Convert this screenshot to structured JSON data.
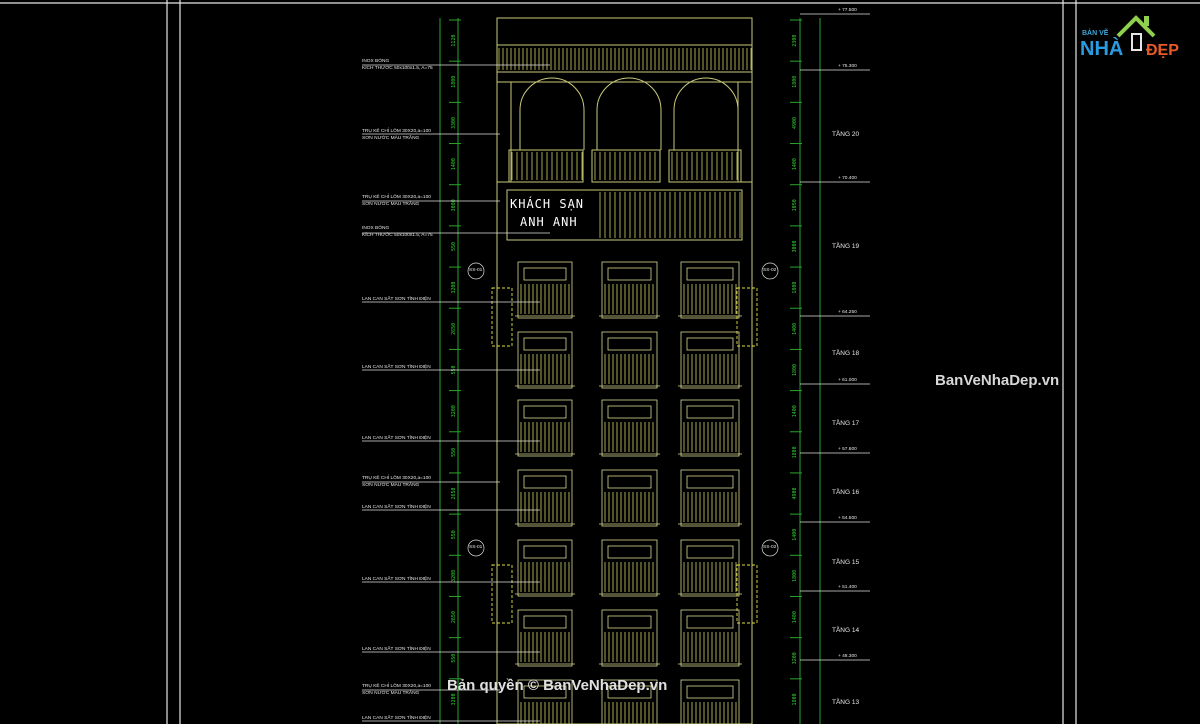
{
  "title_block": {
    "logo_top": "BẢN VẼ",
    "logo_main": "NHÀ",
    "logo_dep": "ĐẸP"
  },
  "watermarks": {
    "right": "BanVeNhaDep.vn",
    "bottom": "Bản quyền © BanVeNhaDep.vn"
  },
  "sign": {
    "line1": "KHÁCH SẠN",
    "line2": "ANH ANH"
  },
  "annotations": {
    "inox_1": "INOX BÓNG",
    "inox_1b": "KÍCH THƯỚC 50x100x1.5, A=75",
    "tru_1": "TRỤ KẼ CHỈ LÕM 30X20,a=100",
    "tru_1b": "SƠN NƯỚC MÀU TRẮNG",
    "tru_2": "TRỤ KẼ CHỈ LÕM 30X20,a=100",
    "tru_2b": "SƠN NƯỚC MÀU TRẮNG",
    "inox_2": "INOX BÓNG",
    "inox_2b": "KÍCH THƯỚC 50x100x1.5, A=75",
    "lan_1": "LAN CAN SẮT SƠN TĨNH ĐIỆN",
    "lan_2": "LAN CAN SẮT SƠN TĨNH ĐIỆN",
    "lan_3": "LAN CAN SẮT SƠN TĨNH ĐIỆN",
    "tru_3": "TRỤ KẼ CHỈ LÕM 30X20,a=100",
    "tru_3b": "SƠN NƯỚC MÀU TRẮNG",
    "lan_4": "LAN CAN SẮT SƠN TĨNH ĐIỆN",
    "lan_5": "LAN CAN SẮT SƠN TĨNH ĐIỆN",
    "lan_6": "LAN CAN SẮT SƠN TĨNH ĐIỆN",
    "tru_4": "TRỤ KẼ CHỈ LÕM 30X20,a=100",
    "tru_4b": "SƠN NƯỚC MÀU TRẮNG",
    "lan_7": "LAN CAN SẮT SƠN TĨNH ĐIỆN"
  },
  "levels": {
    "l1": "+ 77.500",
    "l2": "+ 75.300",
    "l3": "+ 70.400",
    "l4": "+ 64.250",
    "l5": "+ 61.000",
    "l6": "+ 57.600",
    "l7": "+ 54.500",
    "l8": "+ 51.400",
    "l9": "+ 48.300"
  },
  "floors": {
    "t20": "TẦNG 20",
    "t19": "TẦNG 19",
    "t18": "TẦNG 18",
    "t17": "TẦNG 17",
    "t16": "TẦNG 16",
    "t15": "TẦNG 15",
    "t14": "TẦNG 14",
    "t13": "TẦNG 13"
  },
  "dims_left": [
    "1120",
    "1800",
    "3300",
    "1400",
    "3000",
    "550",
    "3200",
    "2650",
    "550",
    "3200",
    "550",
    "2650",
    "550",
    "3200",
    "2650",
    "550",
    "3200"
  ],
  "dims_right": [
    "2300",
    "1800",
    "4900",
    "1400",
    "1050",
    "3000",
    "1800",
    "1400",
    "1800",
    "1400",
    "1800",
    "4900",
    "1400",
    "1800",
    "1400",
    "3200",
    "1800"
  ],
  "callouts": [
    "SS-01",
    "SS-02",
    "SS-01",
    "SS-02"
  ]
}
